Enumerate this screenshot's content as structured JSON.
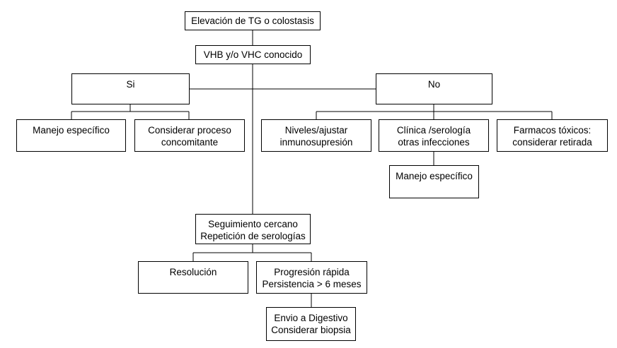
{
  "nodes": {
    "root": "Elevación de TG o colostasis",
    "known": "VHB y/o VHC conocido",
    "si": "Si",
    "no": "No",
    "manejo_si": "Manejo específico",
    "considerar_proceso": [
      "Considerar proceso",
      "concomitante"
    ],
    "niveles": [
      "Niveles/ajustar",
      "inmunosupresión"
    ],
    "clinica": [
      "Clínica /serología",
      "otras infecciones"
    ],
    "farmacos": [
      "Farmacos tóxicos:",
      "considerar retirada"
    ],
    "manejo_no": "Manejo específico",
    "seguimiento": [
      "Seguimiento cercano",
      "Repetición de serologías"
    ],
    "resolucion": "Resolución",
    "progresion": [
      "Progresión rápida",
      "Persistencia > 6 meses"
    ],
    "envio": [
      "Envio a Digestivo",
      "Considerar biopsia"
    ]
  },
  "colors": {
    "line": "#000000",
    "box_border": "#000000",
    "background": "#ffffff"
  }
}
